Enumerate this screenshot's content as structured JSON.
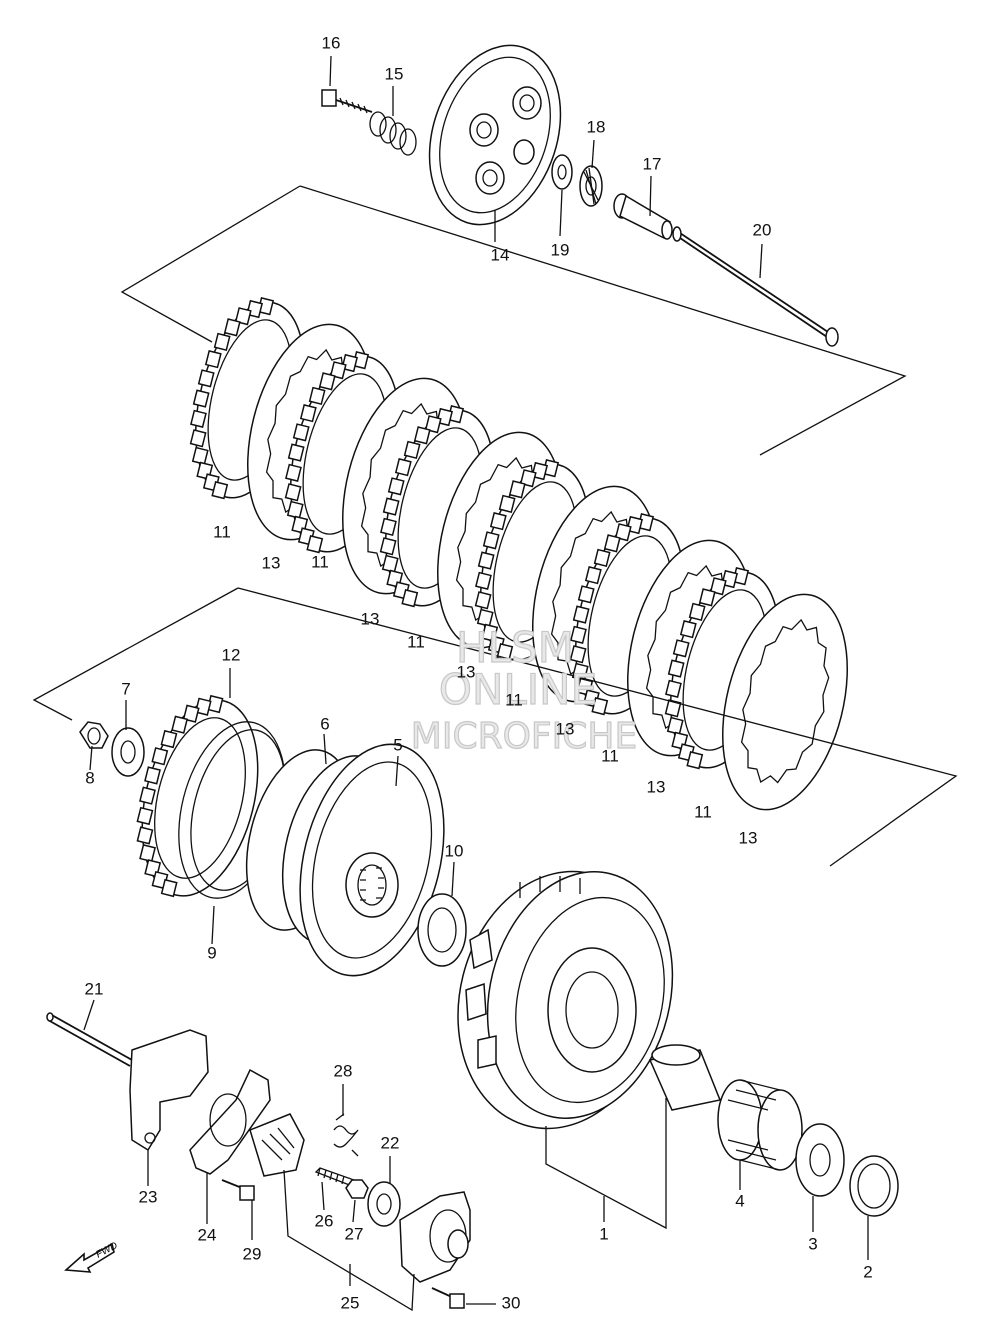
{
  "watermark": {
    "line1": "HLSM",
    "line2": "ONLINE",
    "line3": "MICROFICHE"
  },
  "fwd_label": "FWD",
  "callouts": {
    "n1": "1",
    "n2": "2",
    "n3": "3",
    "n4": "4",
    "n5": "5",
    "n6": "6",
    "n7": "7",
    "n8": "8",
    "n9": "9",
    "n10": "10",
    "n11": "11",
    "n12": "12",
    "n13": "13",
    "n14": "14",
    "n15": "15",
    "n16": "16",
    "n17": "17",
    "n18": "18",
    "n19": "19",
    "n20": "20",
    "n21": "21",
    "n22": "22",
    "n23": "23",
    "n24": "24",
    "n25": "25",
    "n26": "26",
    "n27": "27",
    "n28": "28",
    "n29": "29",
    "n30": "30"
  }
}
